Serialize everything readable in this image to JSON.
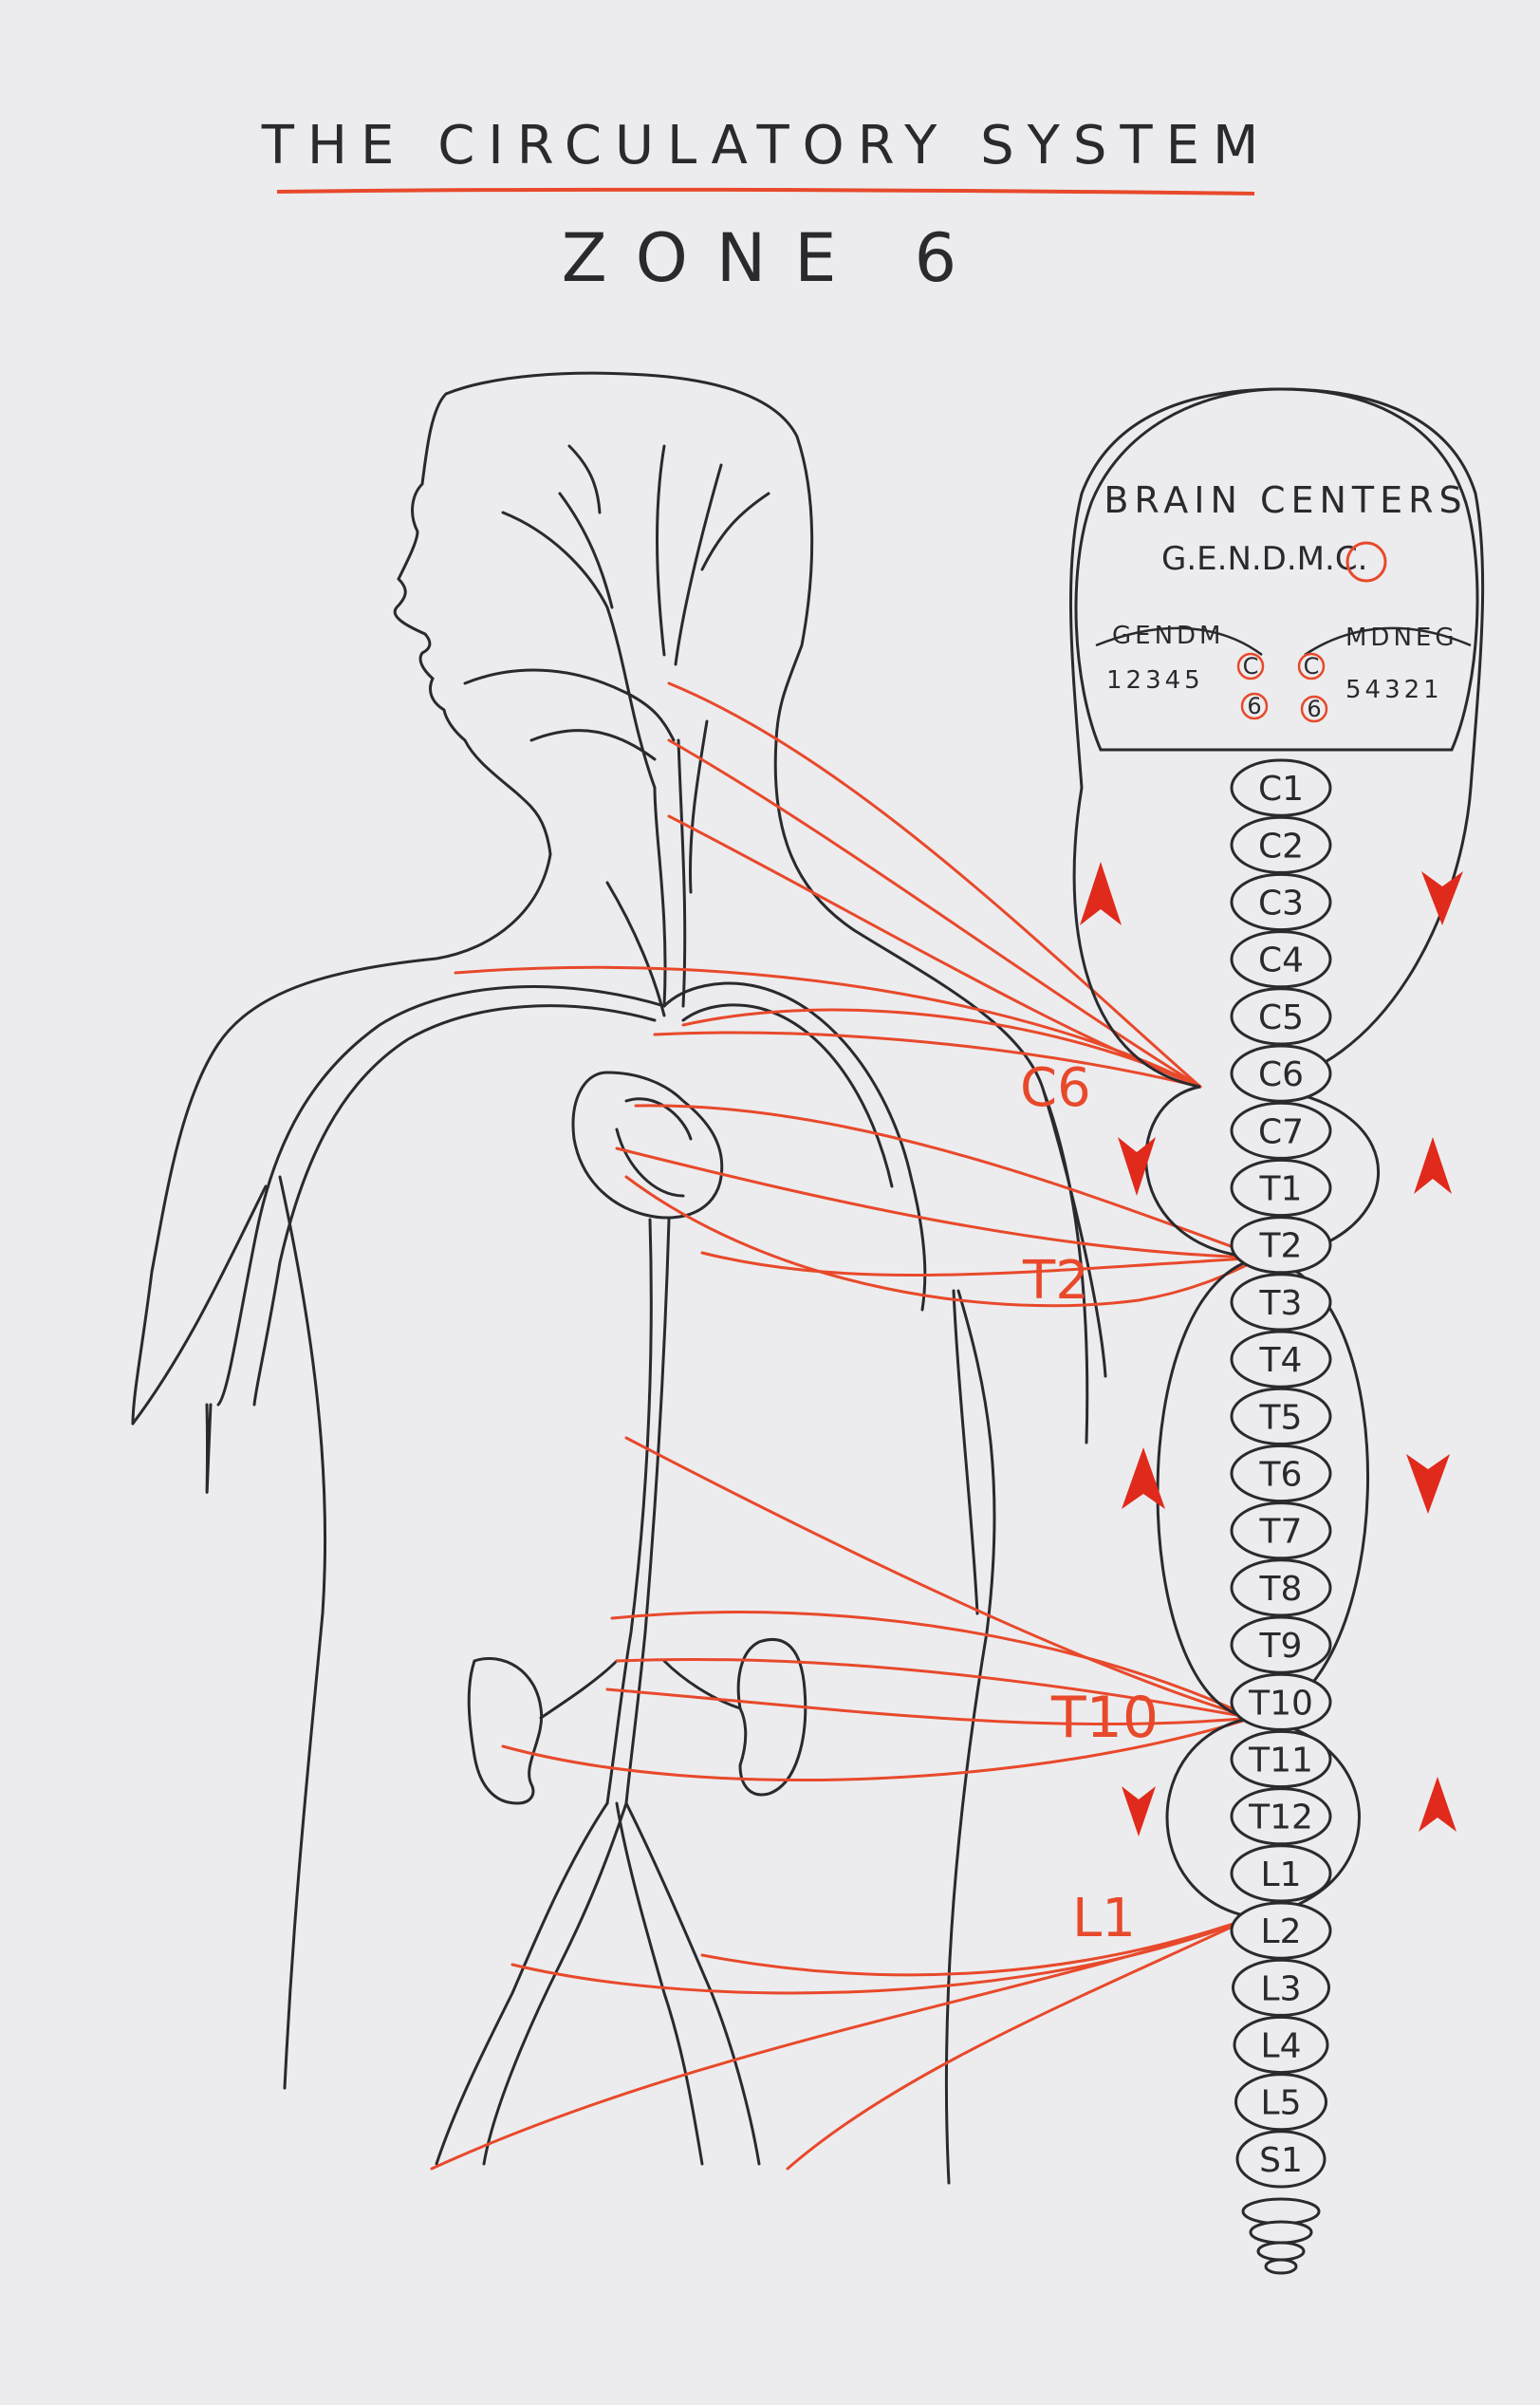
{
  "title": "THE CIRCULATORY SYSTEM",
  "subtitle": "ZONE 6",
  "brain": {
    "heading": "BRAIN CENTERS",
    "centers_prefix": "G.E.N.D.M.",
    "centers_circled": "C",
    "centers_suffix": ".",
    "left_letters": "GENDM",
    "left_numbers": "12345",
    "right_letters": "MDNEG",
    "right_numbers": "54321",
    "circled_letter": "C",
    "circled_number": "6"
  },
  "vertebrae": [
    "C1",
    "C2",
    "C3",
    "C4",
    "C5",
    "C6",
    "C7",
    "T1",
    "T2",
    "T3",
    "T4",
    "T5",
    "T6",
    "T7",
    "T8",
    "T9",
    "T10",
    "T11",
    "T12",
    "L1",
    "L2",
    "L3",
    "L4",
    "L5",
    "S1"
  ],
  "zone_labels": [
    "C6",
    "T2",
    "T10",
    "L1"
  ],
  "colors": {
    "ink": "#2a2a2e",
    "accent": "#e8492b",
    "paper": "#ececee"
  }
}
